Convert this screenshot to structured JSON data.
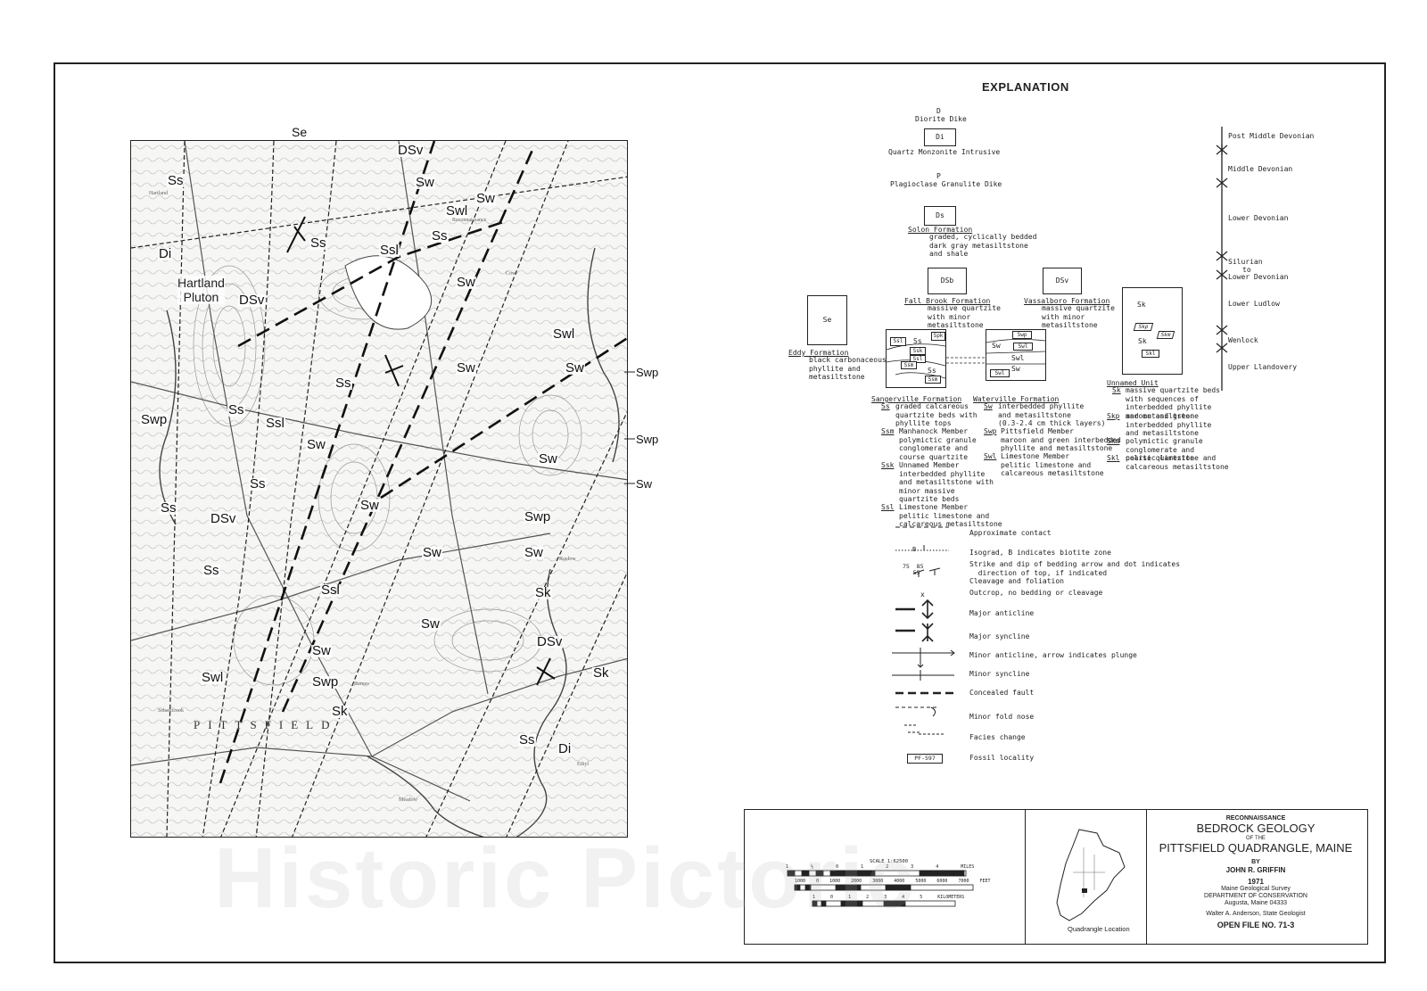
{
  "map": {
    "top_label": "Se",
    "pluton_line1": "Hartland",
    "pluton_line2": "Pluton",
    "town_label": "PITTSFIELD",
    "unit_labels": [
      "Ss",
      "Ss",
      "Ss",
      "Ss",
      "Ss",
      "Ss",
      "Ss",
      "Ss",
      "Ss",
      "Sw",
      "Sw",
      "Sw",
      "Sw",
      "Sw",
      "Sw",
      "Sw",
      "Sw",
      "Sw",
      "Sw",
      "Sw",
      "Sw",
      "Swl",
      "Swl",
      "Swl",
      "Ssl",
      "Ssl",
      "Ssl",
      "DSv",
      "DSv",
      "DSv",
      "DSv",
      "Di",
      "Di",
      "Swp",
      "Swp",
      "Swp",
      "Sk",
      "Sk",
      "Sk"
    ],
    "edge_labels": [
      "Swp",
      "Swp",
      "Sw"
    ]
  },
  "explanation": {
    "title": "EXPLANATION",
    "intrusives": [
      {
        "symbol": "D",
        "name": "Diorite Dike"
      },
      {
        "symbol": "Di",
        "name": "Quartz Monzonite Intrusive"
      },
      {
        "symbol": "P",
        "name": "Plagioclase Granulite Dike"
      }
    ],
    "solon": {
      "symbol": "Ds",
      "name": "Solon Formation",
      "desc": "graded, cyclically bedded\ndark gray metasiltstone\nand shale"
    },
    "fall_brook": {
      "symbol": "DSb",
      "name": "Fall Brook Formation",
      "desc": "massive quartzite\nwith minor\nmetasiltstone"
    },
    "vassalboro": {
      "symbol": "DSv",
      "name": "Vassalboro Formation",
      "desc": "massive quartzite\nwith minor\nmetasiltstone"
    },
    "eddy": {
      "symbol": "Se",
      "name": "Eddy Formation",
      "desc": "black carbonaceous\nphyllite and\nmetasiltstone"
    },
    "sangerville": {
      "name": "Sangerville Formation",
      "members": [
        {
          "code": "Ss",
          "desc": "graded calcareous\nquartzite beds with\nphyllite tops"
        },
        {
          "code": "Ssm",
          "desc": "Manhanock Member\npolymictic granule\nconglomerate and\ncourse quartzite"
        },
        {
          "code": "Ssk",
          "desc": "Unnamed Member\ninterbedded phyllite\nand metasiltstone with\nminor massive\nquartzite beds"
        },
        {
          "code": "Ssl",
          "desc": "Limestone Member\npelitic limestone and\ncalcareous metasiltstone"
        }
      ],
      "box_codes": [
        "Ssl",
        "Ss",
        "Spk",
        "Ssk",
        "Ssl",
        "Ssm",
        "Ss",
        "Ssm"
      ]
    },
    "waterville": {
      "name": "Waterville Formation",
      "members": [
        {
          "code": "Sw",
          "desc": "interbedded phyllite\nand metasiltstone\n(0.3-2.4 cm thick layers)"
        },
        {
          "code": "Swp",
          "desc": "Pittsfield Member\nmaroon and green interbedded\nphyllite and metasiltstone"
        },
        {
          "code": "Swl",
          "desc": "Limestone Member\npelitic limestone and\ncalcareous metasiltstone"
        }
      ],
      "box_codes": [
        "Swp",
        "Sw",
        "Swl",
        "Swl",
        "Sw",
        "Swl"
      ]
    },
    "unnamed": {
      "symbol": "Sk",
      "name": "Unnamed Unit",
      "members": [
        {
          "code": "Sk",
          "desc": "massive quartzite beds\nwith sequences of\ninterbedded phyllite\nand metasiltstone"
        },
        {
          "code": "Skp",
          "desc": "maroon and green\ninterbedded phyllite\nand metasiltstone"
        },
        {
          "code": "Skm",
          "desc": "polymictic granule\nconglomerate and\ncoarse quartzite"
        },
        {
          "code": "Skl",
          "desc": "pelitic limestone and\ncalcareous metasiltstone"
        }
      ],
      "box_codes": [
        "Skp",
        "Skm",
        "Sk",
        "Skl"
      ]
    },
    "ages": [
      "Post Middle Devonian",
      "Middle Devonian",
      "Lower Devonian",
      "Silurian",
      "to",
      "Lower Devonian",
      "Lower Ludlow",
      "Wenlock",
      "Upper Llandovery"
    ],
    "symbols": [
      {
        "label": "Approximate contact"
      },
      {
        "label": "Isograd, B indicates biotite zone",
        "mark": "B"
      },
      {
        "label": "Strike and dip of bedding arrow and dot indicates\n  direction of top, if indicated\nCleavage and foliation",
        "mark": "75  85\n   55"
      },
      {
        "label": "Outcrop, no bedding or cleavage",
        "mark": "x"
      },
      {
        "label": "Major anticline"
      },
      {
        "label": "Major syncline"
      },
      {
        "label": "Minor anticline, arrow indicates plunge"
      },
      {
        "label": "Minor syncline"
      },
      {
        "label": "Concealed fault"
      },
      {
        "label": "Minor fold nose"
      },
      {
        "label": "Facies change"
      },
      {
        "label": "Fossil locality",
        "mark": "PF-597"
      }
    ]
  },
  "title_block": {
    "kicker": "RECONNAISSANCE",
    "title1": "BEDROCK GEOLOGY",
    "of_the": "OF THE",
    "title2": "PITTSFIELD QUADRANGLE, MAINE",
    "by": "BY",
    "author": "JOHN R. GRIFFIN",
    "year": "1971",
    "survey": "Maine Geological Survey",
    "dept": "DEPARTMENT OF CONSERVATION",
    "city": "Augusta, Maine  04333",
    "geologist": "Walter A. Anderson,  State Geologist",
    "open_file": "OPEN FILE NO. 71-3",
    "location_label": "Quadrangle Location",
    "scale_title": "SCALE 1:62500",
    "scale_miles": [
      "1",
      "½",
      "0",
      "1",
      "2",
      "3",
      "4 MILES"
    ],
    "scale_feet": [
      "1000",
      "0",
      "1000",
      "2000",
      "3000",
      "4000",
      "5000",
      "6000",
      "7000 FEET"
    ],
    "scale_km": [
      "1",
      "0",
      "1",
      "2",
      "3",
      "4",
      "5 KILOMETERS"
    ]
  },
  "watermark": "Historic Pictoric"
}
